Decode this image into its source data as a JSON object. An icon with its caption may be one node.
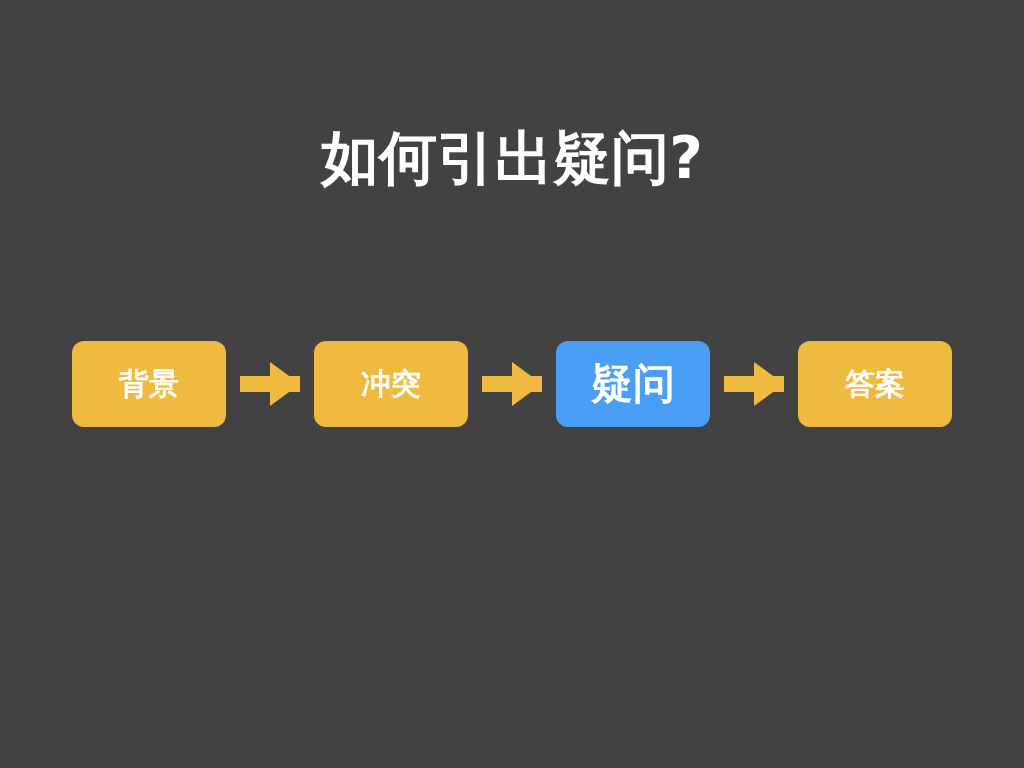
{
  "diagram": {
    "title": "如何引出疑问?",
    "nodes": [
      {
        "text": [
          "背景"
        ]
      },
      {
        "text": [
          "冲突"
        ]
      },
      {
        "text": [
          "疑问"
        ]
      },
      {
        "text": [
          "答案"
        ]
      }
    ],
    "edges": [
      {
        "from": 0,
        "to": 1,
        "arrow": "to"
      },
      {
        "from": 1,
        "to": 2,
        "arrow": "to"
      },
      {
        "from": 2,
        "to": 3,
        "arrow": "to"
      }
    ]
  }
}
